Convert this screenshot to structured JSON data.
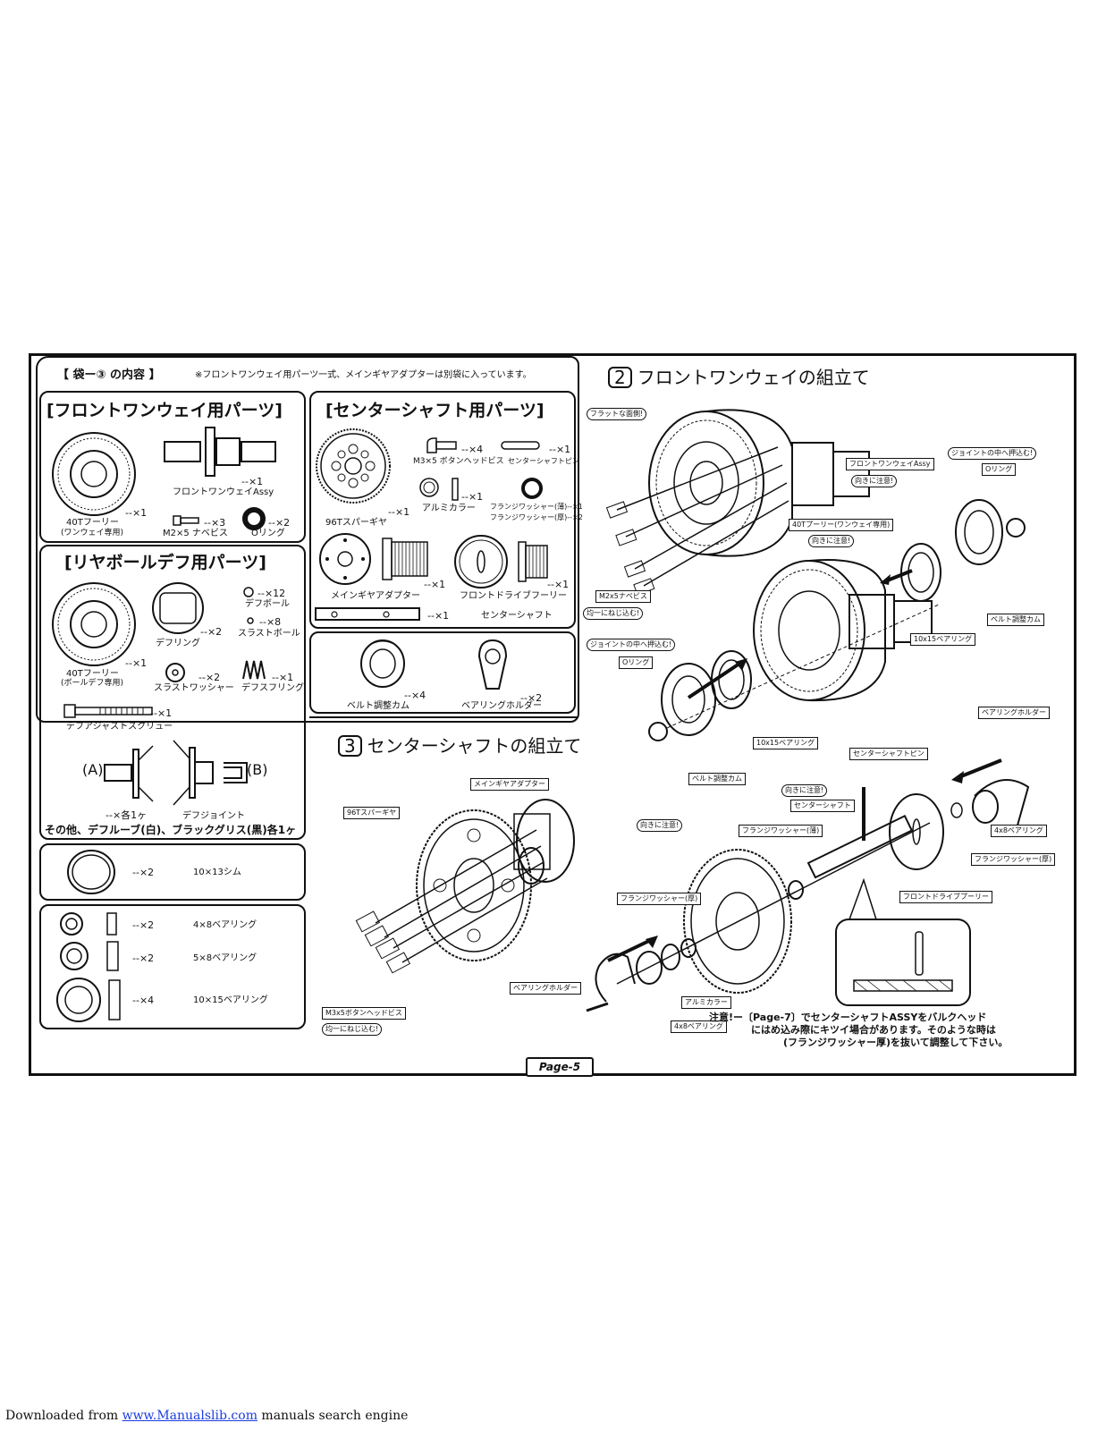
{
  "bag_title": "【 袋ー③ の内容 】",
  "bag_note": "※フロントワンウェイ用パーツ一式、メインギヤアダプターは別袋に入っています。",
  "front_oneway_parts": {
    "heading": "[フロントワンウェイ用パーツ]",
    "assy_qty": "--×1",
    "assy_name": "フロントワンウェイAssy",
    "pulley_qty": "--×1",
    "pulley_name": "40Tフーリー",
    "pulley_sub": "(ワンウェイ専用)",
    "screw_qty": "--×3",
    "screw_name": "M2×5 ナベビス",
    "oring_qty": "--×2",
    "oring_name": "Oリング"
  },
  "rear_diff_parts": {
    "heading": "[リヤボールデフ用パーツ]",
    "ball_qty": "--×12",
    "ball_name": "デフボール",
    "diffring_qty": "--×2",
    "diffring_name": "デフリング",
    "thrustball_qty": "--×8",
    "thrustball_name": "スラストボール",
    "pulley_qty": "--×1",
    "pulley_name": "40Tフーリー",
    "pulley_sub": "(ボールデフ専用)",
    "washer_qty": "--×2",
    "washer_name": "スラストワッシャー",
    "spring_qty": "--×1",
    "spring_name": "デフスフリング",
    "adjust_qty": "--×1",
    "adjust_name": "デフアジャストスクリュー",
    "joint_a": "(A)",
    "joint_b": "(B)",
    "joint_qty": "--×各1ヶ",
    "joint_name": "デフジョイント",
    "other": "その他、デフルーブ(白)、ブラックグリス(黒)各1ヶ"
  },
  "shim": {
    "qty": "--×2",
    "name": "10×13シム"
  },
  "bearings": [
    {
      "qty": "--×2",
      "name": "4×8ベアリング"
    },
    {
      "qty": "--×2",
      "name": "5×8ベアリング"
    },
    {
      "qty": "--×4",
      "name": "10×15ベアリング"
    }
  ],
  "center_shaft_parts": {
    "heading": "[センターシャフト用パーツ]",
    "spur_qty": "--×1",
    "spur_name": "96Tスパーギヤ",
    "bolt_qty": "--×4",
    "bolt_name": "M3×5 ボタンヘッドビス",
    "pin_qty": "--×1",
    "pin_name": "センターシャフトピン",
    "collar_qty": "--×1",
    "collar_name": "アルミカラー",
    "flw_thin": "フランジワッシャー(薄)--×1",
    "flw_thick": "フランジワッシャー(厚)--×2",
    "adapter_qty": "--×1",
    "adapter_name": "メインギヤアダプター",
    "fdp_qty": "--×1",
    "fdp_name": "フロントドライブフーリー",
    "shaft_qty": "--×1",
    "shaft_name": "センターシャフト",
    "cam_qty": "--×4",
    "cam_name": "ベルト調整カム",
    "holder_qty": "--×2",
    "holder_name": "ベアリングホルダー"
  },
  "step2": {
    "num": "2",
    "title": "フロントワンウェイの組立て",
    "flat_face": "フラットな面側!",
    "oneway_assy": "フロントワンウェイAssy",
    "direction": "向きに注意!",
    "joint_push": "ジョイントの中へ押込む!",
    "oring": "Oリング",
    "pulley": "40Tプーリー(ワンウェイ専用)",
    "direction2": "向きに注意!",
    "screw": "M2x5ナベビス",
    "tighten": "均一にねじ込む!",
    "cam": "ベルト調整カム",
    "bearing_a": "10x15ベアリング",
    "joint_push2": "ジョイントの中へ押込む!",
    "oring2": "Oリング",
    "bearing_b": "10x15ベアリング"
  },
  "step3": {
    "num": "3",
    "title": "センターシャフトの組立て",
    "adapter": "メインギヤアダプター",
    "spur": "96Tスパーギヤ",
    "bolt": "M3x5ボタンヘッドビス",
    "tighten": "均一にねじ込む!",
    "holder": "ベアリングホルダー",
    "holder_top": "ベアリングホルダー",
    "pin": "センターシャフトピン",
    "cam": "ベルト調整カム",
    "direction_a": "向きに注意!",
    "shaft": "センターシャフト",
    "direction_b": "向きに注意!",
    "flw_thin": "フランジワッシャー(薄)",
    "flw_thick": "フランジワッシャー(厚)",
    "flw_thick2": "フランジワッシャー(厚)",
    "bearing48": "4x8ベアリング",
    "bearing48b": "4x8ベアリング",
    "collar": "アルミカラー",
    "fdp": "フロントドライブプーリー"
  },
  "notice": {
    "line1": "注意!ー〔Page-7〕でセンターシャフトASSYをバルクヘッド",
    "line2": "にはめ込み際にキツイ場合があります。そのような時は",
    "line3": "(フランジワッシャー厚)を抜いて調整して下さい。"
  },
  "page_label": "Page-5",
  "footer": {
    "prefix": "Downloaded from ",
    "link": "www.Manualslib.com",
    "suffix": " manuals search engine"
  }
}
